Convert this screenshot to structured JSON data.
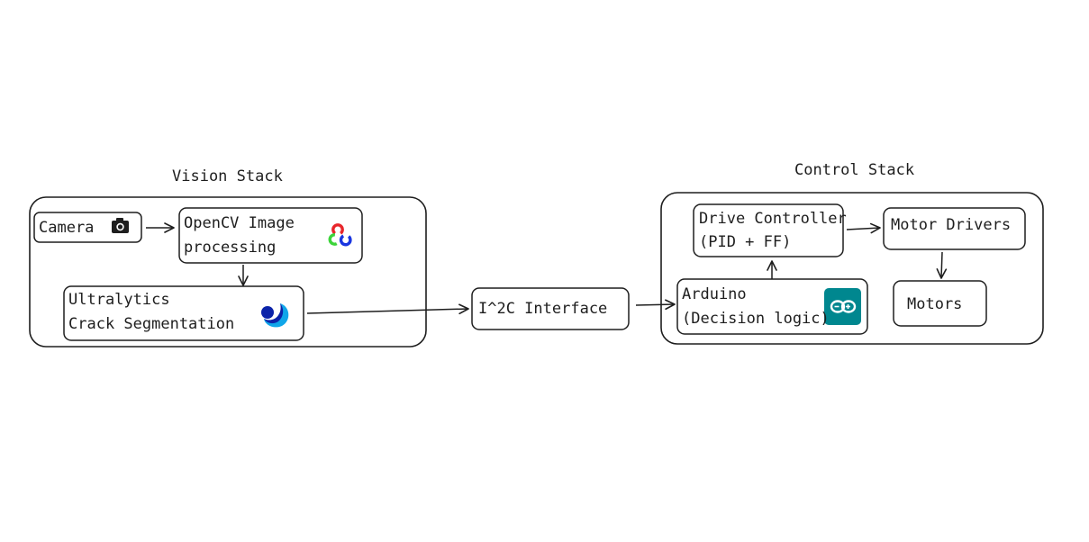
{
  "groups": {
    "vision": {
      "title": "Vision Stack"
    },
    "control": {
      "title": "Control Stack"
    }
  },
  "nodes": {
    "camera": {
      "label": "Camera",
      "icon": "camera-icon"
    },
    "opencv": {
      "line1": "OpenCV Image",
      "line2": "processing",
      "icon": "opencv-logo-icon"
    },
    "ultralytics": {
      "line1": "Ultralytics",
      "line2": "Crack Segmentation",
      "icon": "ultralytics-logo-icon"
    },
    "i2c": {
      "label": "I^2C Interface"
    },
    "arduino": {
      "line1": "Arduino",
      "line2": "(Decision logic)",
      "icon": "arduino-logo-icon"
    },
    "drive": {
      "line1": "Drive Controller",
      "line2": "(PID + FF)"
    },
    "motor_drivers": {
      "label": "Motor Drivers"
    },
    "motors": {
      "label": "Motors"
    }
  },
  "colors": {
    "stroke": "#1e1e1e",
    "opencv_red": "#e8262b",
    "opencv_green": "#3cd43a",
    "opencv_blue": "#1a36e0",
    "ultralytics_blue": "#0b23a9",
    "ultralytics_cyan": "#0fa6e9",
    "arduino_teal": "#00878f"
  }
}
